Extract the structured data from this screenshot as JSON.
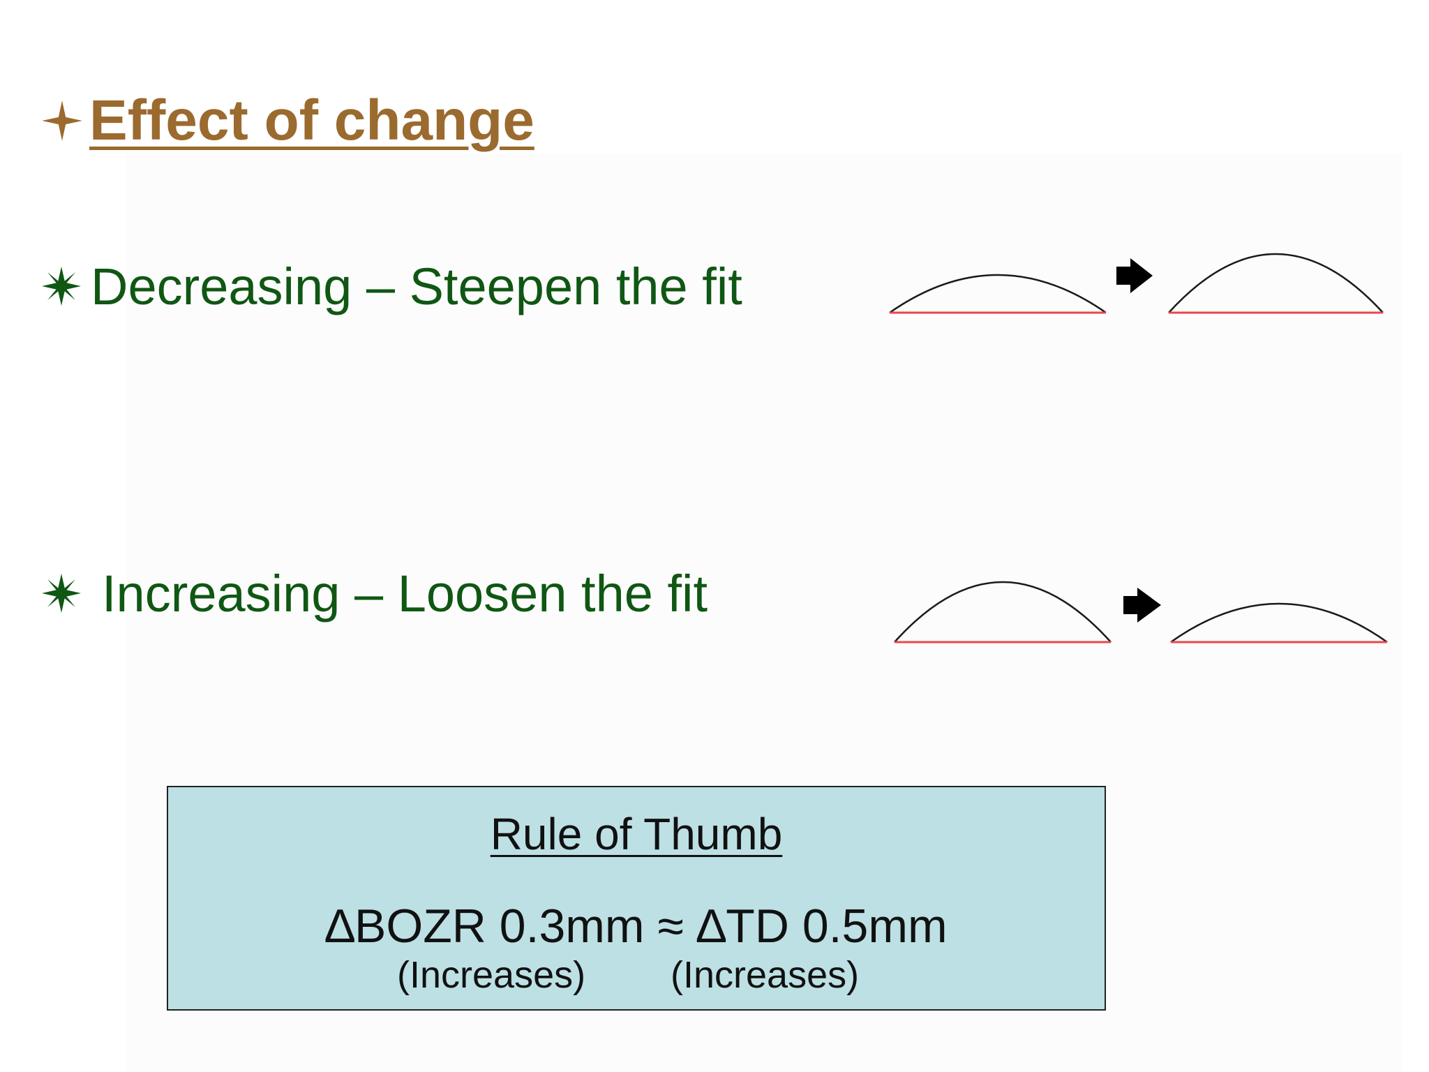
{
  "slide": {
    "title": "Effect of change",
    "bullets": [
      {
        "text": "Decreasing – Steepen the fit"
      },
      {
        "text": "Increasing – Loosen the fit"
      }
    ],
    "rule_box": {
      "title": "Rule of Thumb",
      "formula": "∆BOZR 0.3mm ≈ ∆TD 0.5mm",
      "note_left": "(Increases)",
      "note_right": "(Increases)"
    }
  },
  "colors": {
    "title": "#9b6a2f",
    "bullet_text": "#0f5713",
    "rule_box_bg": "#bde0e4",
    "chord_line": "#e8474c",
    "arc_line": "#1a1a1a"
  },
  "icons": {
    "title_bullet": "four-point-star-icon",
    "list_bullet": "compass-star-icon",
    "arrow": "right-arrow-icon"
  }
}
